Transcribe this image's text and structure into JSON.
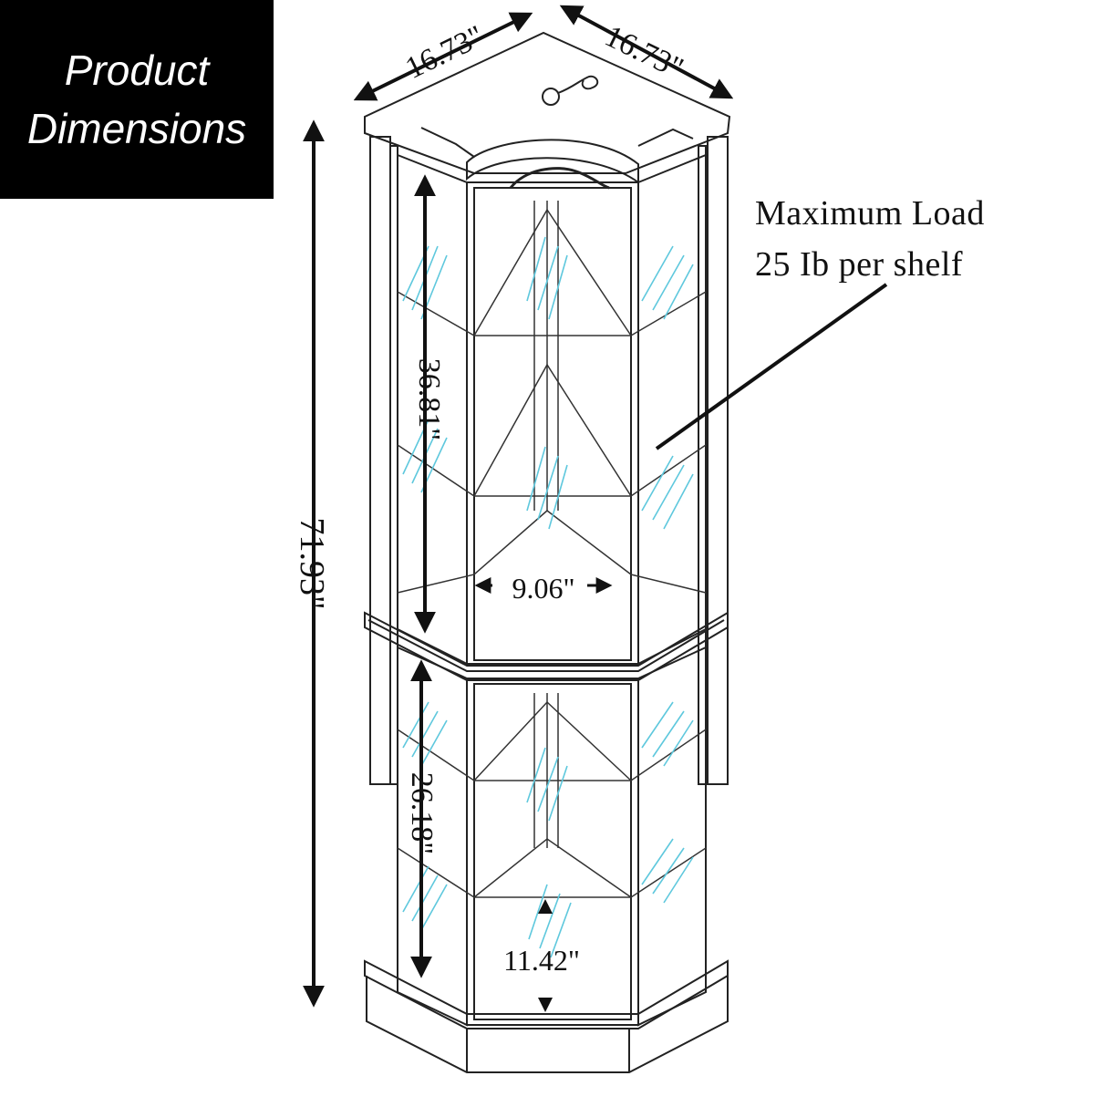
{
  "badge": {
    "line1": "Product",
    "line2": "Dimensions"
  },
  "dimensions": {
    "top_left": "16.73\"",
    "top_right": "16.73\"",
    "total_height": "71.93\"",
    "upper_section": "36.81\"",
    "lower_section": "26.18\"",
    "door_width": "9.06\"",
    "bottom_depth": "11.42\""
  },
  "load": {
    "line1": "Maximum Load",
    "line2": "25 Ib per shelf"
  },
  "colors": {
    "outline": "#222222",
    "glass": "#5ec8dd",
    "badge_bg": "#000000"
  }
}
